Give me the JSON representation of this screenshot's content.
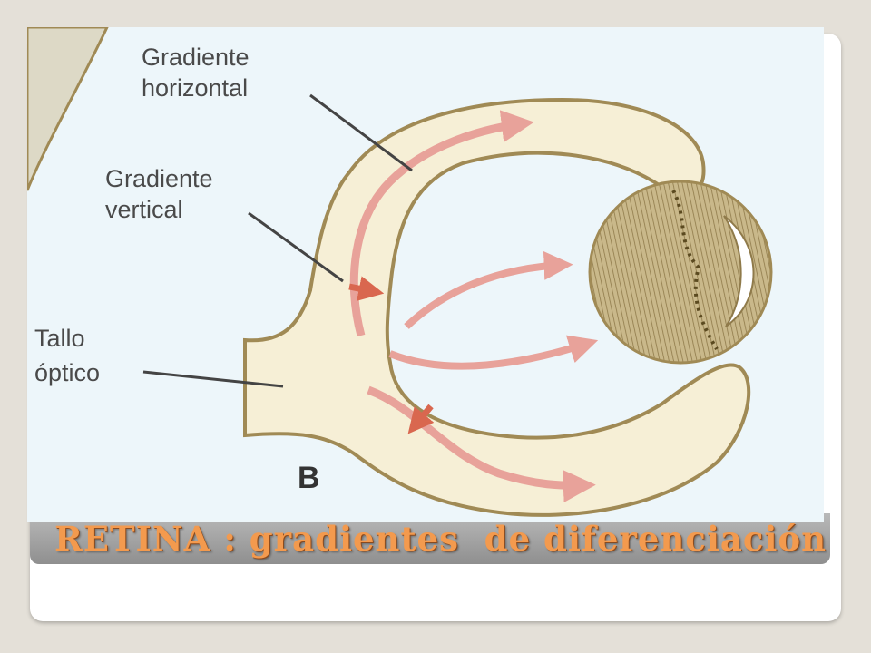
{
  "slide": {
    "title_part1": "RETINA",
    "title_part2": " : gradientes  de diferenciación"
  },
  "figure": {
    "labels": {
      "horizontal_line1": "Gradiente",
      "horizontal_line2": "horizontal",
      "vertical_line1": "Gradiente",
      "vertical_line2": "vertical",
      "stalk_line1": "Tallo",
      "stalk_line2": "óptico"
    },
    "panel_letter": "B"
  },
  "colors": {
    "background": "#edf6fa",
    "tissue_fill": "#f6efd6",
    "tissue_outline": "#a08a55",
    "arrow": "#e8a29a",
    "title_text": "#f39a4e"
  }
}
